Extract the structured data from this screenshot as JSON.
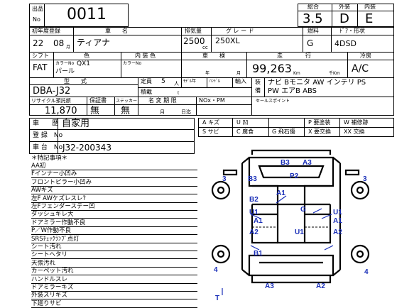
{
  "header": {
    "entry_label": "出品\nNo",
    "entry_label_top": "出品",
    "entry_label_bottom": "No",
    "lot_number": "0011",
    "score_label": "総合",
    "score": "3.5",
    "exterior_label": "外装",
    "exterior_grade": "D",
    "interior_label": "内装",
    "interior_grade": "E"
  },
  "row1": {
    "first_reg_label": "初年度登録",
    "car_name_label": "車　　名",
    "displacement_label": "排気量",
    "grade_label": "グ レ ー ド",
    "fuel_label": "燃料",
    "door_label": "ﾄﾞｱ・形状",
    "year": "22",
    "month": "08",
    "month_unit": "月",
    "car_name": "ティアナ",
    "displacement": "2500",
    "displacement_unit": "cc",
    "grade": "250XL",
    "fuel": "G",
    "body": "4DSD"
  },
  "row2": {
    "shift_label": "シフト",
    "color_label": "色",
    "interior_color_label": "内 装 色",
    "inspection_label": "車　　検",
    "mileage_label": "走　　　　行",
    "ac_label": "冷房",
    "shift": "FAT",
    "color_no_label": "カラーNo",
    "color_no": "QX1",
    "color": "パール",
    "interior_color_no_label": "カラーNo",
    "year_unit": "年",
    "month_unit": "月",
    "mileage": "99,263",
    "mileage_unit": "Km",
    "mileage_thousand_unit": "千Km",
    "ac": "A/C"
  },
  "row3": {
    "model_label": "型　　式",
    "model": "DBA-J32",
    "capacity_label": "定員",
    "capacity": "5",
    "capacity_unit": "人",
    "model_year_label": "ﾓﾃﾞﾙ年",
    "handle_label": "ﾊﾝﾄﾞﾙ",
    "import_label": "輸入",
    "equipment_label": "装\n備",
    "equipment_top": "装",
    "equipment_bottom": "備",
    "equipment_line1": "ナビ Bモニタ AW インテリ PS",
    "equipment_line2": "PW エアB ABS",
    "load_label": "積載",
    "load_unit": "t"
  },
  "row4": {
    "recycle_label": "リサイクル預託額",
    "warranty_label": "保証書",
    "sticker_label": "ステッカー",
    "name_change_label": "名 変 期 限",
    "nox_label": "NOx・PM",
    "sales_point_label": "セールスポイント",
    "recycle_amount": "11,870",
    "warranty": "無",
    "sticker": "無",
    "month_unit": "月",
    "day_unit": "日迄"
  },
  "history": {
    "label": "車　　歴",
    "value": "自家用",
    "reg_no_label": "登 録　No",
    "chassis_label": "車 台　No",
    "chassis_no": "J32-200343"
  },
  "legend": {
    "rows": [
      [
        "A キズ",
        "U 凹",
        "P 要塗装",
        "W 補修跡"
      ],
      [
        "S サビ",
        "C 腐食",
        "G 飛石傷",
        "X 要交換",
        "XX 交換"
      ]
    ]
  },
  "features": {
    "title": "＊特記事項＊",
    "items": [
      "AA初",
      "Fインナー小凹み",
      "フロントピラー小凹み",
      "AWキズ",
      "左F AWケズレスレ?",
      "左Fフェンダーステー凹",
      "ダッシュキレ大",
      "ドアミラー作動不良",
      "P／W作動不良",
      "SRSﾁｪｯｸﾗﾝﾌﾟ点灯",
      "シート汚れ",
      "シートヘタリ",
      "天張汚れ",
      "カーペット汚れ",
      "ハンドルスレ",
      "ドアミラーキズ",
      "外装スリキズ",
      "下廻りサビ"
    ]
  },
  "damage_marks": {
    "color": "#1a2fb8",
    "marks": [
      "B3",
      "A3",
      "P2",
      "3",
      "3",
      "B3",
      "A1",
      "B2",
      "U1",
      "A1",
      "G",
      "U1",
      "A1",
      "A2",
      "U1",
      "A2",
      "B1",
      "4",
      "T",
      "A3",
      "A2",
      "4"
    ]
  }
}
